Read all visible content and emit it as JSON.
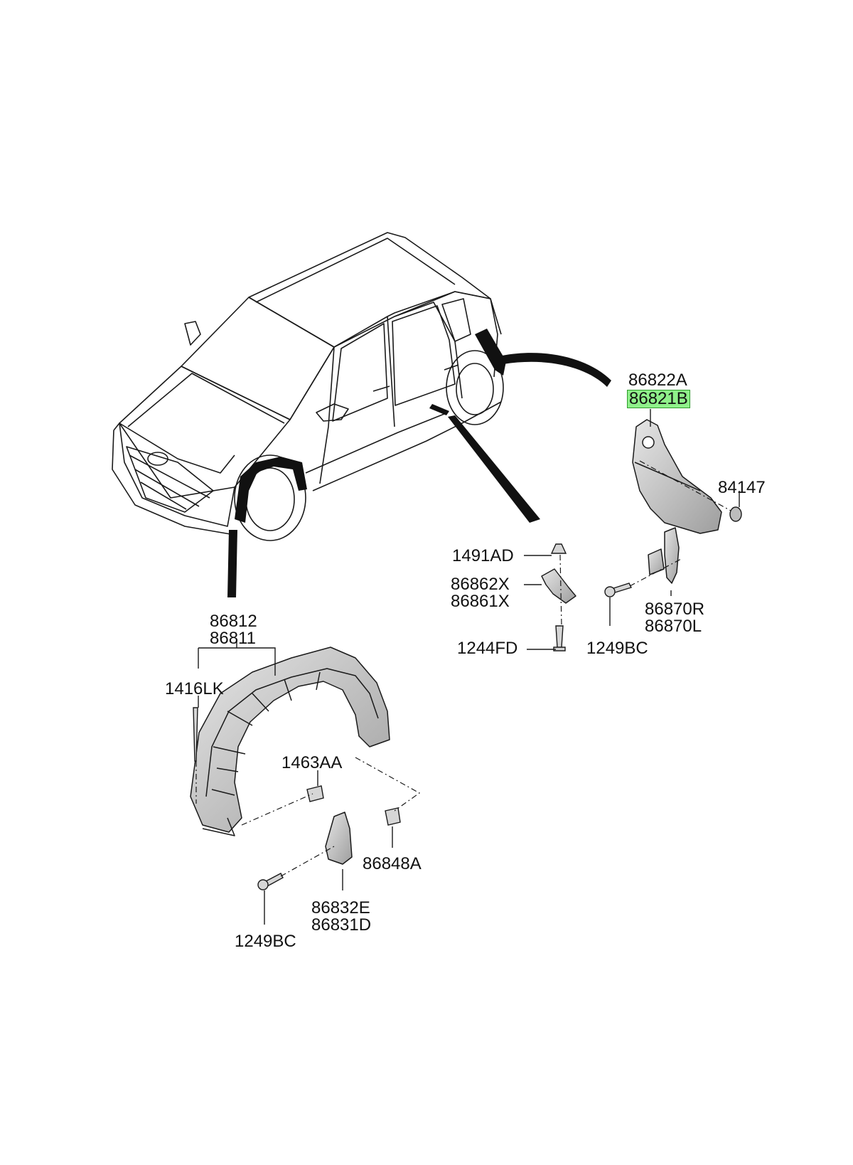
{
  "callouts": {
    "front_liner": [
      "86812",
      "86811"
    ],
    "rear_liner": [
      "86822A",
      "86821B"
    ],
    "rear_liner_selected": "86821B",
    "side_bracket": [
      "86862X",
      "86861X"
    ],
    "rear_mudguard": [
      "86870R",
      "86870L"
    ],
    "front_mudguard": [
      "86832E",
      "86831D"
    ],
    "clip_top": "1491AD",
    "screw_bracket": "1244FD",
    "screw_rear": "1249BC",
    "screw_front": "1249BC",
    "plug": "84147",
    "pin": "1416LK",
    "grommet": "1463AA",
    "nut": "86848A"
  },
  "colors": {
    "line": "#1a1a1a",
    "part_fill": "#c9c9c9",
    "highlight": "#8ff08a"
  }
}
